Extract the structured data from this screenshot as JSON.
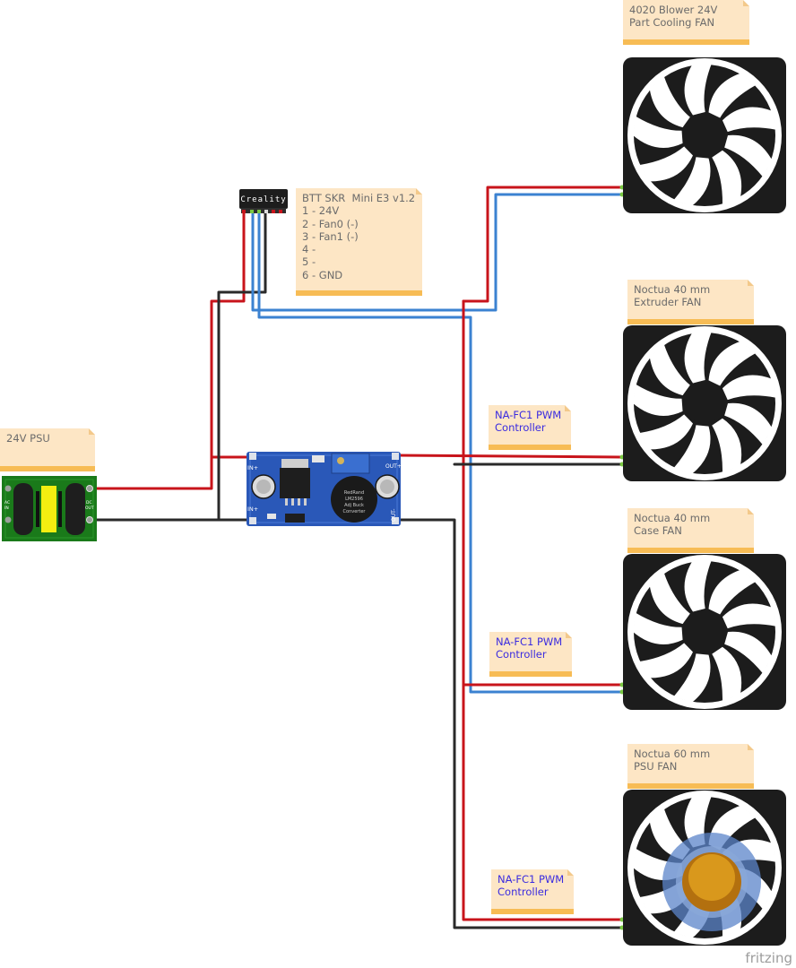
{
  "notes": {
    "psu24": {
      "lines": [
        "24V PSU"
      ]
    },
    "board": {
      "lines": [
        "BTT SKR  Mini E3 v1.2",
        "1 - 24V",
        "2 - Fan0 (-)",
        "3 - Fan1 (-)",
        "4 -",
        "5 -",
        "6 - GND"
      ]
    },
    "fan1": {
      "lines": [
        "4020 Blower 24V",
        "Part Cooling FAN"
      ]
    },
    "fan2": {
      "lines": [
        "Noctua 40 mm",
        "Extruder FAN"
      ]
    },
    "fan3": {
      "lines": [
        "Noctua 40 mm",
        "Case FAN"
      ]
    },
    "fan4": {
      "lines": [
        "Noctua 60 mm",
        "PSU FAN"
      ]
    },
    "ctrl1": {
      "lines": [
        "NA-FC1 PWM",
        "Controller"
      ]
    },
    "ctrl2": {
      "lines": [
        "NA-FC1 PWM",
        "Controller"
      ]
    },
    "ctrl3": {
      "lines": [
        "NA-FC1 PWM",
        "Controller"
      ]
    }
  },
  "connector": {
    "label": "Creality"
  },
  "psu_module": {
    "left_labels": [
      "AC",
      "IN"
    ],
    "right_labels": [
      "DC",
      "OUT"
    ]
  },
  "buck": {
    "in_plus": "IN+",
    "in_minus": "IN+",
    "out_plus": "OUT+",
    "out_minus": "OUT-",
    "inductor_lines": [
      "RedRand",
      "LM2596",
      "Adj Buck",
      "Converter"
    ]
  },
  "credit": "fritzing",
  "colors": {
    "wire_red": "#c8141b",
    "wire_black": "#2a2a2a",
    "wire_blue": "#3b82d1",
    "note_bg": "#fde6c5",
    "note_bar": "#f7bc55",
    "pcb_blue": "#2a58b8",
    "pcb_green": "#1a7a1a"
  }
}
